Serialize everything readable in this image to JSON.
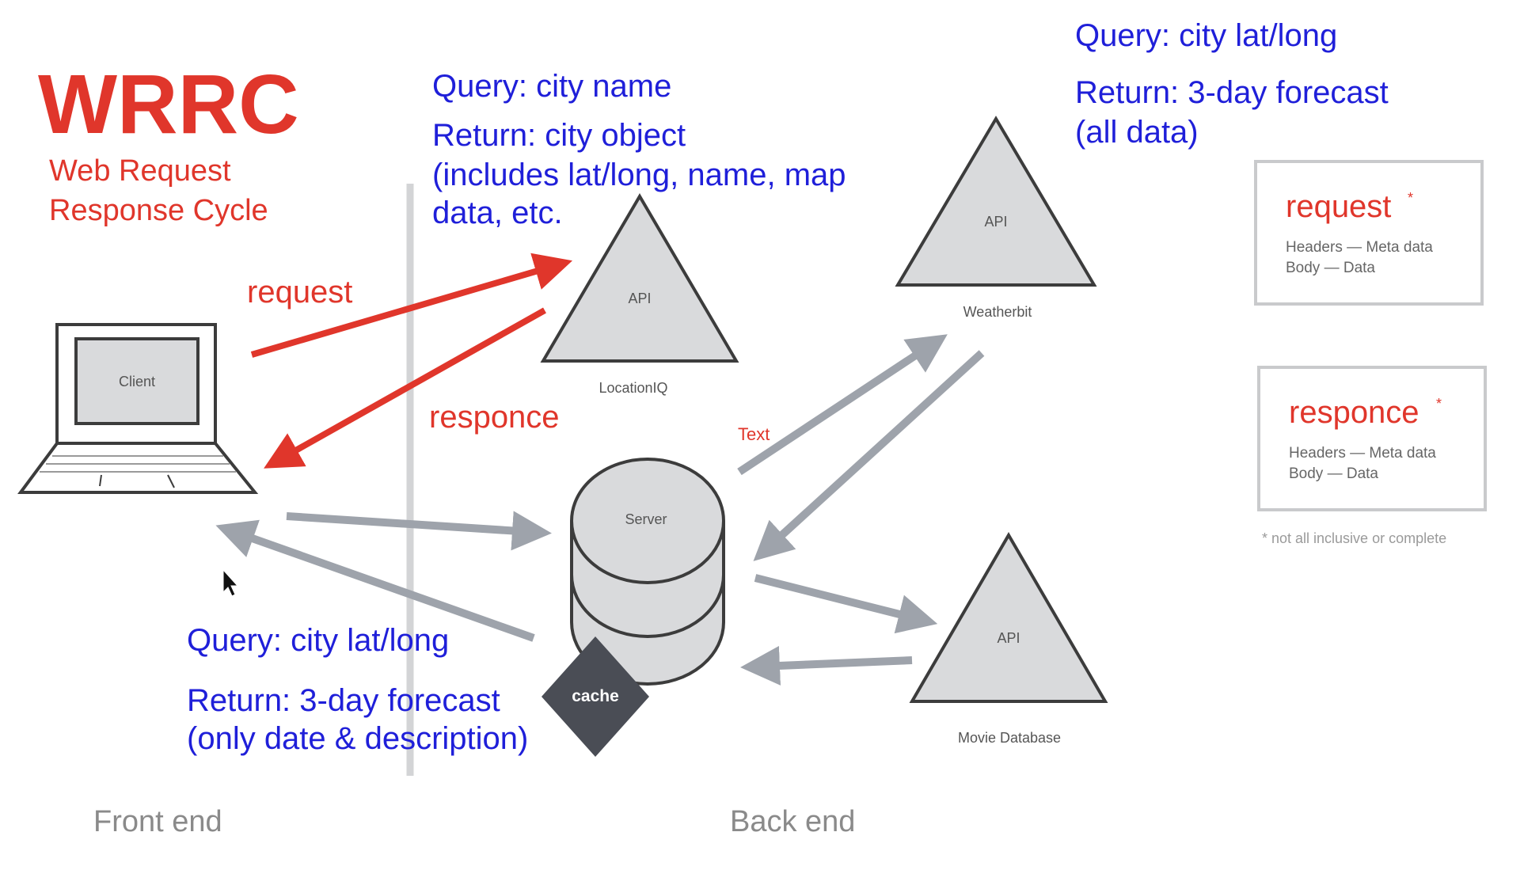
{
  "title": {
    "main": "WRRC",
    "sub_line1": "Web Request",
    "sub_line2": "Response Cycle"
  },
  "client": {
    "label": "Client"
  },
  "locationiq": {
    "api_label": "API",
    "name": "LocationIQ",
    "query": "Query: city name",
    "return_line1": "Return: city object",
    "return_line2": "(includes lat/long, name, map",
    "return_line3": "data, etc."
  },
  "weatherbit": {
    "api_label": "API",
    "name": "Weatherbit",
    "query": "Query: city lat/long",
    "return_line1": "Return: 3-day forecast",
    "return_line2": "(all data)"
  },
  "moviedb": {
    "api_label": "API",
    "name": "Movie Database"
  },
  "server": {
    "label": "Server"
  },
  "cache": {
    "label": "cache"
  },
  "arrows": {
    "request_label": "request",
    "response_label": "responce",
    "text_label": "Text"
  },
  "client_query": {
    "query": "Query: city lat/long",
    "return_line1": "Return: 3-day forecast",
    "return_line2": "(only date & description)"
  },
  "legend": {
    "request_title": "request",
    "request_star": "*",
    "request_line1": "Headers — Meta data",
    "request_line2": "Body — Data",
    "response_title": "responce",
    "response_star": "*",
    "response_line1": "Headers — Meta data",
    "response_line2": "Body — Data",
    "footnote": "* not all inclusive or complete"
  },
  "sections": {
    "front_end": "Front end",
    "back_end": "Back end"
  },
  "colors": {
    "red": "#e0362b",
    "blue": "#1f1fd9",
    "gray_arrow": "#9ea3ab",
    "shape_fill": "#d9dadc",
    "shape_stroke": "#3c3c3c",
    "cache_fill": "#4a4d55"
  }
}
